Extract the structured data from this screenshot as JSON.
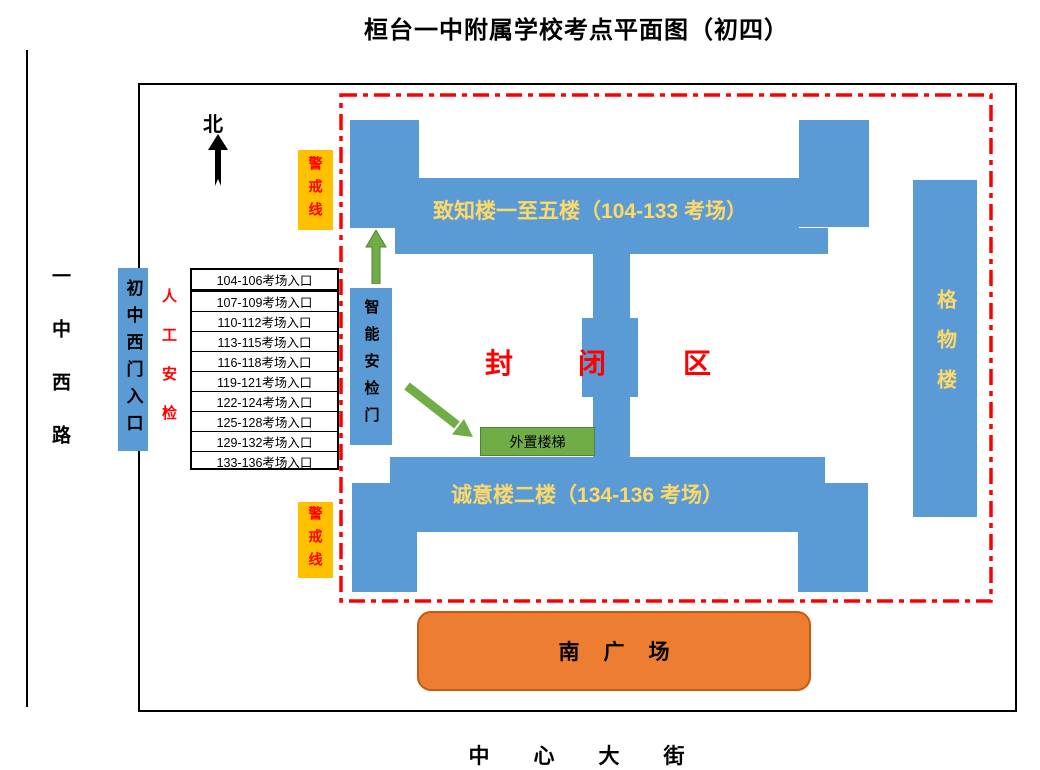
{
  "title": "桓台一中附属学校考点平面图（初四）",
  "colors": {
    "building_blue": "#5B9BD5",
    "cordon_yellow": "#FFC000",
    "building_label_yellow": "#FFD966",
    "alert_red": "#FF0000",
    "plaza_orange": "#ED7D31",
    "plaza_border_orange": "#C55A11",
    "arrow_green": "#70AD47"
  },
  "roads": {
    "west_road": "一中西路",
    "south_street": "中心大街"
  },
  "north_indicator": {
    "label": "北"
  },
  "entrance": {
    "gate": "初中西门入口",
    "manual_check": "人工安检",
    "rows": [
      "104-106考场入口",
      "107-109考场入口",
      "110-112考场入口",
      "113-115考场入口",
      "116-118考场入口",
      "119-121考场入口",
      "122-124考场入口",
      "125-128考场入口",
      "129-132考场入口",
      "133-136考场入口"
    ]
  },
  "cordon": {
    "top": "警戒线",
    "bottom": "警戒线"
  },
  "security_gate": {
    "label": "智能安检门"
  },
  "buildings": {
    "zhizhi": "致知楼一至五楼（104-133 考场）",
    "chengyi": "诚意楼二楼（134-136 考场）",
    "gewu": "格物楼"
  },
  "closed_zone": {
    "chars": [
      "封",
      "闭",
      "区"
    ]
  },
  "stairs": {
    "label": "外置楼梯"
  },
  "plaza": {
    "label": "南广场"
  }
}
